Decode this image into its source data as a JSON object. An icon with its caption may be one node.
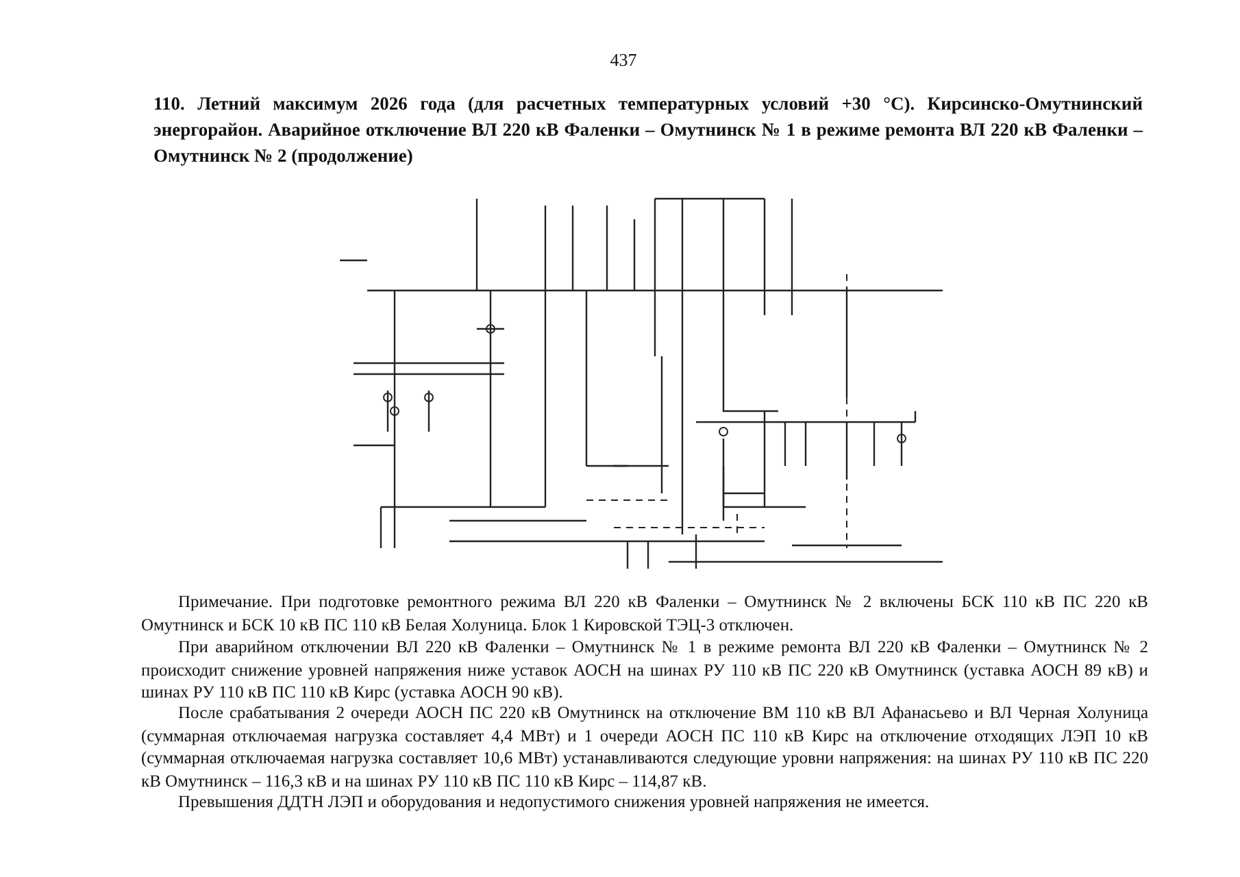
{
  "diagram": {
    "title": "110. Летний максимум 2026 года (для расчетных температурных условий +30 °С). Кирсинско-Омутнинский энергорайон. Аварийное отключение ВЛ 220 кВ Фаленки – Омутнинск № 1 в режиме ремонта ВЛ 220 кВ Фаленки – Омутнинск № 2 (продолжение)",
    "labels": [
      "437",
      "Примечание. При подготовке ремонтного режима ВЛ 220 кВ Фаленки – Омутнинск № 2 включены БСК 110 кВ ПС 220 кВ Омутнинск и БСК 10 кВ ПС 110 кВ Белая Холуница. Блок 1 Кировской ТЭЦ-3 отключен.",
      "При аварийном отключении ВЛ 220 кВ Фаленки – Омутнинск № 1 в режиме ремонта ВЛ 220 кВ Фаленки – Омутнинск № 2 происходит снижение уровней напряжения ниже уставок АОСН на шинах РУ 110 кВ ПС 220 кВ Омутнинск (уставка АОСН 89 кВ) и шинах РУ 110 кВ ПС 110 кВ Кирс (уставка АОСН 90 кВ).",
      "После срабатывания 2 очереди АОСН ПС 220 кВ Омутнинск на отключение ВМ 110 кВ ВЛ Афанасьево и ВЛ Черная Холуница (суммарная отключаемая нагрузка составляет 4,4 МВт) и 1 очереди АОСН ПС 110 кВ Кирс на отключение отходящих ЛЭП 10 кВ (суммарная отключаемая нагрузка составляет 10,6 МВт) устанавливаются следующие уровни напряжения: на шинах РУ 110 кВ ПС 220 кВ Омутнинск – 116,3 кВ и на шинах РУ 110 кВ ПС 110 кВ Кирс – 114,87 кВ.",
      "Превышения ДДТН ЛЭП и оборудования и недопустимого снижения уровней напряжения не имеется."
    ]
  }
}
